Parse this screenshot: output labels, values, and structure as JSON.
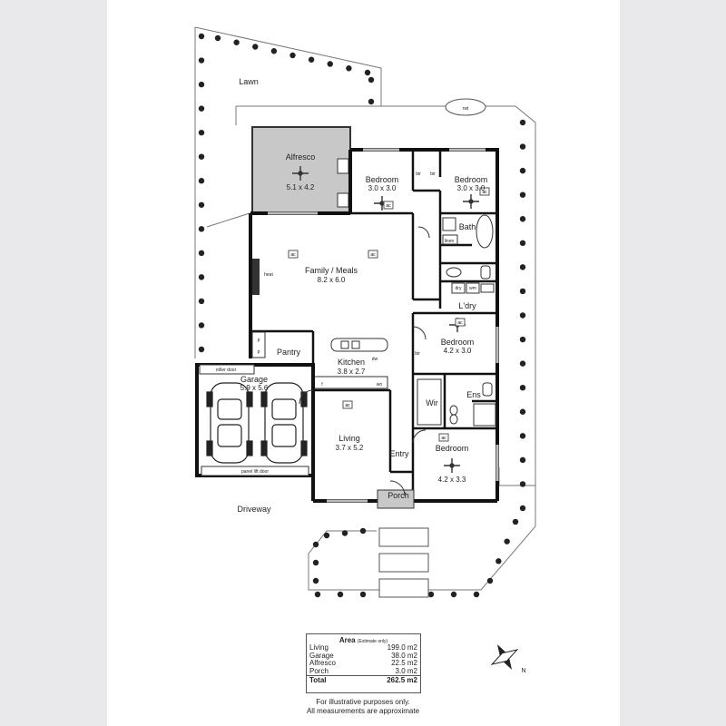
{
  "rooms": {
    "lawn": "Lawn",
    "alfresco": {
      "name": "Alfresco",
      "size": "5.1 x 4.2"
    },
    "bed1": {
      "name": "Bedroom",
      "size": "3.0 x 3.0"
    },
    "bed2": {
      "name": "Bedroom",
      "size": "3.0 x 3.0"
    },
    "bath": "Bath",
    "linen": "linen",
    "family": {
      "name": "Family / Meals",
      "size": "8.2 x 6.0"
    },
    "heat": "heat",
    "laundry": "L'dry",
    "dry": "dry",
    "wm": "wm",
    "bed3": {
      "name": "Bedroom",
      "size": "4.2 x 3.0"
    },
    "pantry": "Pantry",
    "kitchen": {
      "name": "Kitchen",
      "size": "3.8 x 2.7"
    },
    "dw": "dw",
    "f": "f",
    "wo": "wo",
    "garage": {
      "name": "Garage",
      "size": "5.9 x 5.6"
    },
    "roller_door": "roller door",
    "panel_door": "panel lift door",
    "wir": "Wir",
    "ens": "Ens",
    "living": {
      "name": "Living",
      "size": "3.7 x 5.2"
    },
    "entry": "Entry",
    "bed4": {
      "name": "Bedroom",
      "size": "4.2 x 3.3"
    },
    "porch": "Porch",
    "driveway": "Driveway",
    "rwt": "rwt",
    "bir": "bir",
    "ac": "ac",
    "p": "p"
  },
  "area": {
    "title": "Area",
    "subtitle": "(Estimate only)",
    "rows": [
      {
        "label": "Living",
        "value": "199.0 m2"
      },
      {
        "label": "Garage",
        "value": "38.0 m2"
      },
      {
        "label": "Alfresco",
        "value": "22.5 m2"
      },
      {
        "label": "Porch",
        "value": "3.0 m2"
      }
    ],
    "total": {
      "label": "Total",
      "value": "262.5 m2"
    }
  },
  "disclaimer": [
    "For illustrative purposes only.",
    "All measurements are approximate"
  ],
  "compass": {
    "label": "N"
  }
}
